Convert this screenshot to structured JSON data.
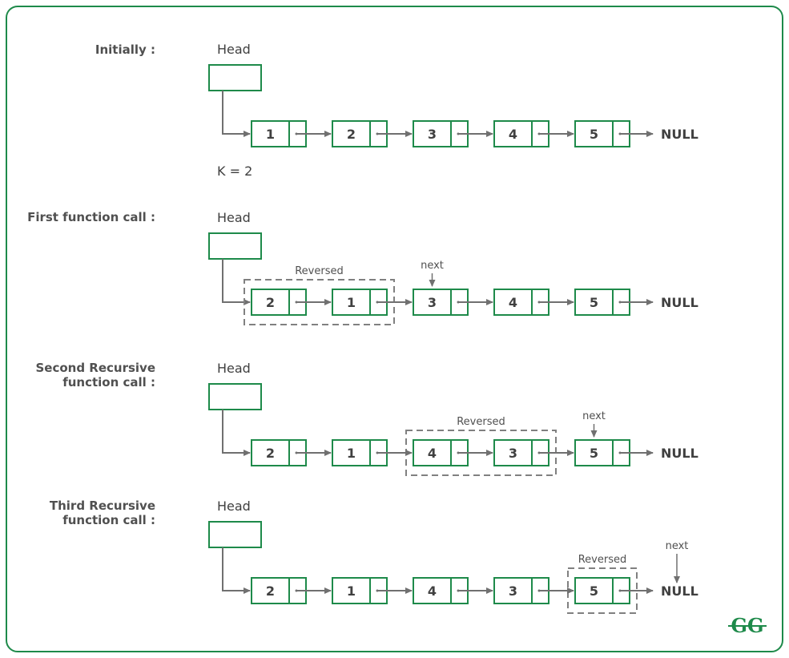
{
  "accent_color": "#1e8a4a",
  "line_color": "#707070",
  "logo_text": "GG",
  "k_label": "K = 2",
  "null_label": "NULL",
  "head_label": "Head",
  "next_label": "next",
  "reversed_label": "Reversed",
  "stages": [
    {
      "title_lines": [
        "Initially :"
      ],
      "nodes": [
        "1",
        "2",
        "3",
        "4",
        "5"
      ],
      "reversed": null,
      "next_index": null
    },
    {
      "title_lines": [
        "First function call :"
      ],
      "nodes": [
        "2",
        "1",
        "3",
        "4",
        "5"
      ],
      "reversed": [
        0,
        1
      ],
      "next_index": 2
    },
    {
      "title_lines": [
        "Second Recursive",
        "function call :"
      ],
      "nodes": [
        "2",
        "1",
        "4",
        "3",
        "5"
      ],
      "reversed": [
        2,
        3
      ],
      "next_index": 4
    },
    {
      "title_lines": [
        "Third Recursive",
        "function call :"
      ],
      "nodes": [
        "2",
        "1",
        "4",
        "3",
        "5"
      ],
      "reversed": [
        4,
        4
      ],
      "next_index": 5
    }
  ]
}
